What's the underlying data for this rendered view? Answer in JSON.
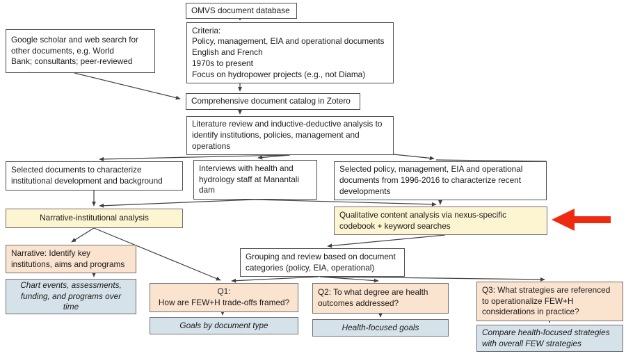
{
  "diagram": {
    "title": "FEW+H document analysis methodology flowchart",
    "nodes": {
      "omvs": {
        "text": "OMVS document database"
      },
      "criteria": {
        "text": "Criteria:\nPolicy, management, EIA and operational documents\nEnglish and French\n1970s to present\nFocus on hydropower projects (e.g., not Diama)"
      },
      "google": {
        "text": "Google scholar and web search for\nother documents, e.g. World\nBank; consultants; peer-reviewed"
      },
      "zotero": {
        "text": "Comprehensive document catalog in Zotero"
      },
      "litreview": {
        "text": "Literature review and inductive-deductive analysis to\nidentify institutions, policies, management and\noperations"
      },
      "selected_docs": {
        "text": "Selected documents to characterize\ninstitutional development and background"
      },
      "interviews": {
        "text": "Interviews with health and\nhydrology staff at Manantali\ndam"
      },
      "selected_policy": {
        "text": "Selected policy, management, EIA and operational\ndocuments from 1996-2016 to characterize recent\ndevelopments"
      },
      "narrative_institutional": {
        "text": "Narrative-institutional analysis"
      },
      "qualitative": {
        "text": "Qualitative content analysis via nexus-specific\ncodebook + keyword searches"
      },
      "narrative_identify": {
        "text": "Narrative: Identify key\ninstitutions, aims and programs"
      },
      "chart_events": {
        "text": "Chart events, assessments,\nfunding, and programs over\ntime"
      },
      "grouping": {
        "text": "Grouping and review based on document\ncategories (policy, EIA, operational)"
      },
      "q1": {
        "text": "Q1:\nHow are FEW+H trade-offs framed?"
      },
      "goals_by_doc": {
        "text": "Goals by document type"
      },
      "q2": {
        "text": "Q2: To what degree are health\noutcomes addressed?"
      },
      "health_goals": {
        "text": "Health-focused goals"
      },
      "q3": {
        "text": "Q3: What strategies are referenced\nto operationalize FEW+H\nconsiderations in practice?"
      },
      "compare": {
        "text": "Compare health-focused strategies\nwith overall FEW strategies"
      }
    },
    "icons": {
      "highlight_arrow": "red-left-arrow"
    },
    "colors": {
      "analysis_fill": "#fdf4d2",
      "question_fill": "#fae3cf",
      "output_fill": "#d6e2ea",
      "box_border": "#6e6e6e",
      "connector": "#404040",
      "highlight_arrow": "#ee2b10"
    }
  }
}
